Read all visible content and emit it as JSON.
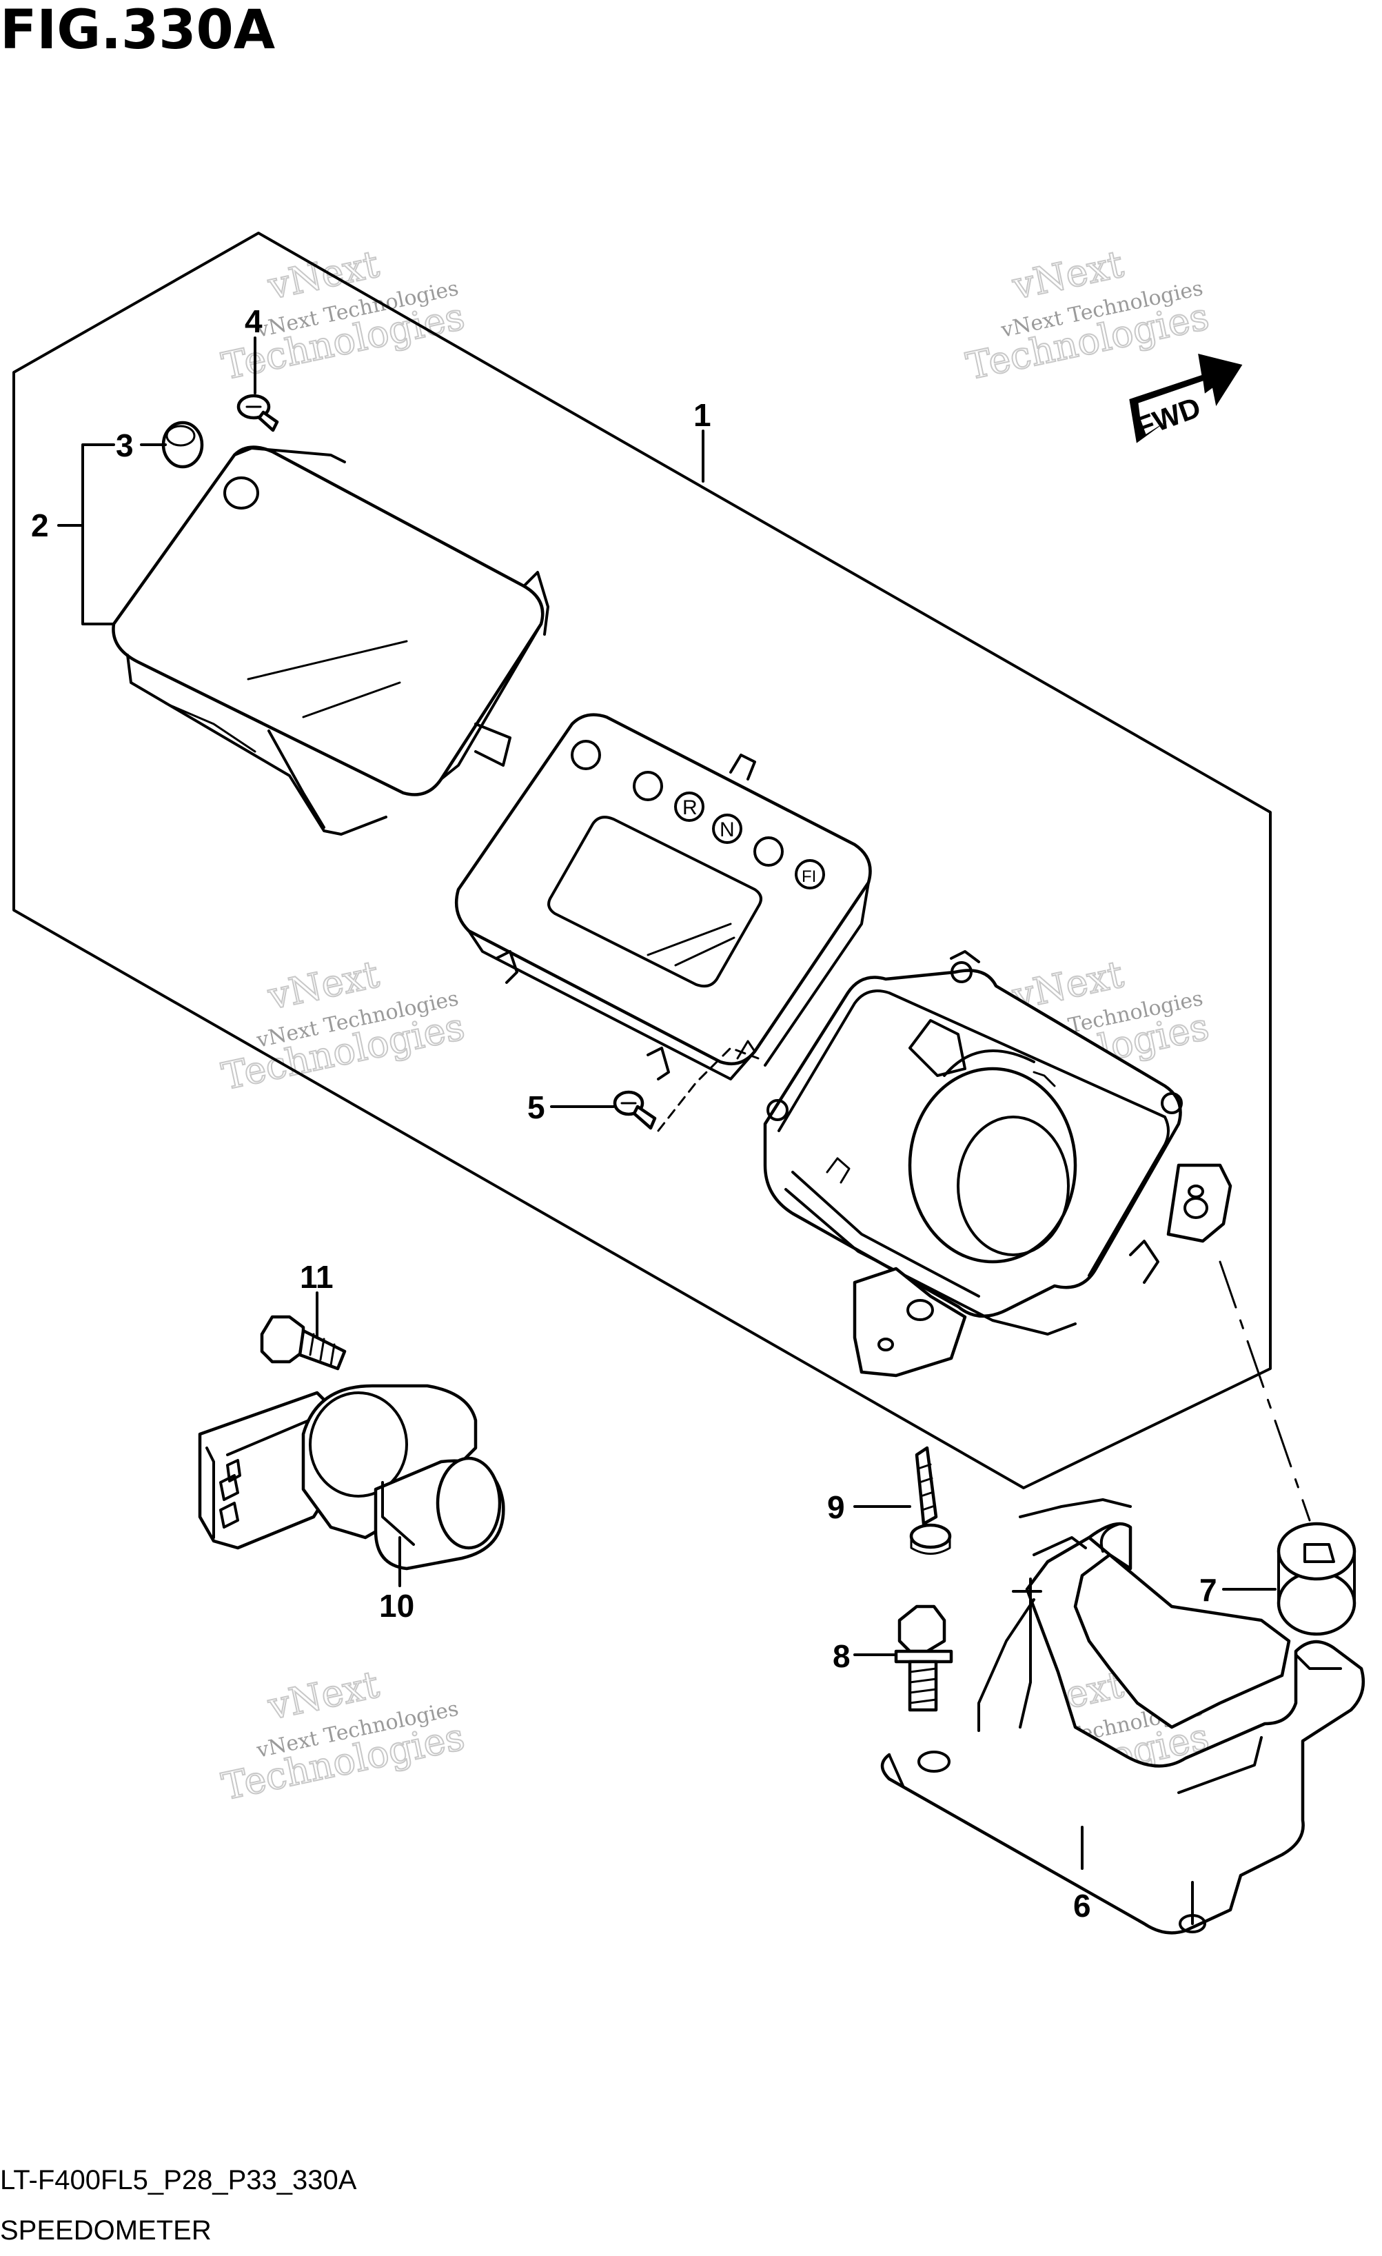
{
  "figure": {
    "title": "FIG.330A",
    "code": "LT-F400FL5_P28_P33_330A",
    "name": "SPEEDOMETER"
  },
  "direction_marker": "FWD",
  "watermark": {
    "line1": "vNext Technologies",
    "line2": "vNext",
    "line3": "Technologies"
  },
  "callouts": [
    "1",
    "2",
    "3",
    "4",
    "5",
    "6",
    "7",
    "8",
    "9",
    "10",
    "11"
  ],
  "indicator_symbols": [
    "R",
    "N",
    "FI"
  ],
  "colors": {
    "line": "#000000",
    "background": "#ffffff",
    "watermark": "#9a9a9a"
  }
}
